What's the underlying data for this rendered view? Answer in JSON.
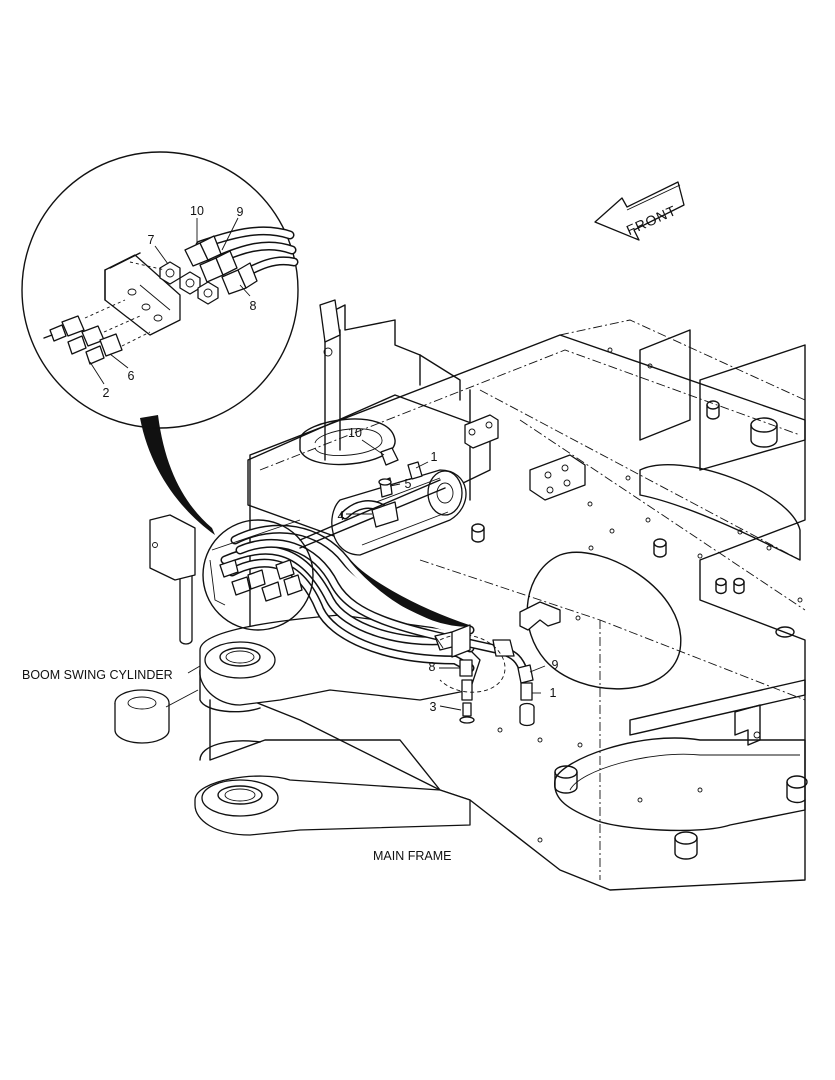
{
  "labels": {
    "boom_swing_cylinder": "BOOM SWING CYLINDER",
    "main_frame": "MAIN FRAME",
    "front": "FRONT"
  },
  "callouts": {
    "detail": [
      "10",
      "9",
      "7",
      "8",
      "2",
      "6"
    ],
    "main": [
      "10",
      "1",
      "5",
      "4",
      "8",
      "9",
      "1",
      "3"
    ]
  },
  "colors": {
    "ink": "#111111",
    "paper": "#ffffff"
  }
}
